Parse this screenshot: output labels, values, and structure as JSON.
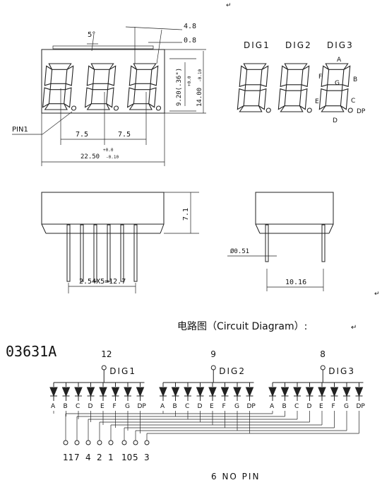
{
  "dimensions": {
    "angle": "5°",
    "top_a": "4.8",
    "top_b": "0.8",
    "pitch_left": "7.5",
    "pitch_right": "7.5",
    "width_main": "22.50",
    "width_tol_plus": "+0.0",
    "width_tol_minus": "-0.10",
    "digit_height": "9.20(.36\")",
    "height_main": "14.00",
    "height_tol_plus": "+0.0",
    "height_tol_minus": "-0.10",
    "depth": "7.1",
    "pin_pitch": "2.54X5=12.7",
    "pin_diameter": "Ø0.51",
    "side_width": "10.16",
    "pin1_label": "PIN1"
  },
  "digit_labels": [
    "DIG1",
    "DIG2",
    "DIG3"
  ],
  "segment_labels": {
    "a": "A",
    "b": "B",
    "c": "C",
    "d": "D",
    "e": "E",
    "f": "F",
    "g": "G",
    "dp": "DP"
  },
  "circuit": {
    "heading": "电路图（Circuit Diagram）:",
    "part_number": "03631A",
    "common": [
      {
        "label": "DIG1",
        "pin": "12"
      },
      {
        "label": "DIG2",
        "pin": "9"
      },
      {
        "label": "DIG3",
        "pin": "8"
      }
    ],
    "segments": [
      "A",
      "B",
      "C",
      "D",
      "E",
      "F",
      "G",
      "DP"
    ],
    "segment_pins": [
      "11",
      "7",
      "4",
      "2",
      "1",
      "10",
      "5",
      "3"
    ],
    "note": "6 NO PIN"
  },
  "marks": {
    "return": "↵"
  }
}
